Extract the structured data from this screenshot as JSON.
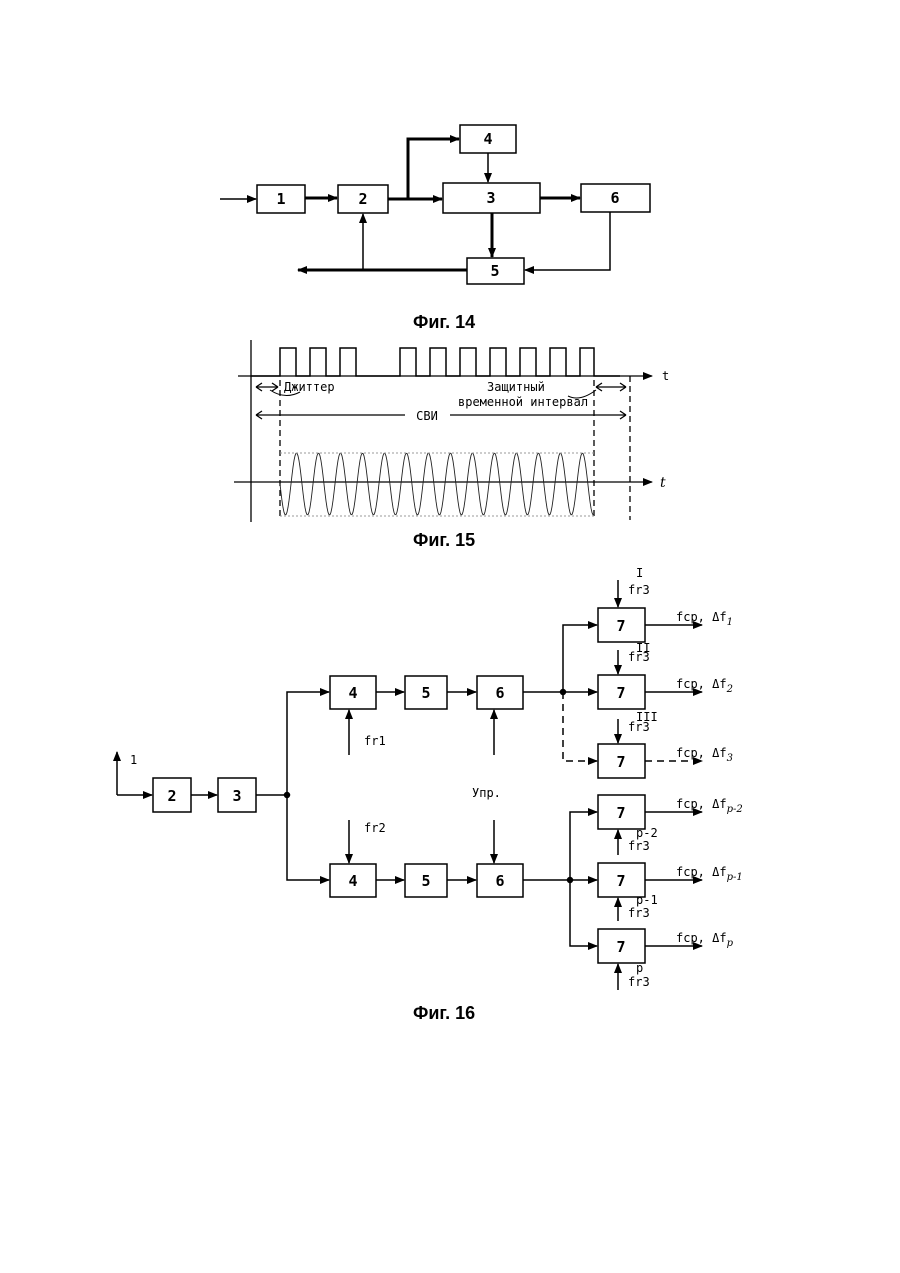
{
  "fig14": {
    "caption": "Фиг. 14",
    "blocks": [
      "1",
      "2",
      "3",
      "4",
      "5",
      "6"
    ]
  },
  "fig15": {
    "caption": "Фиг. 15",
    "axis_t1": "t",
    "axis_t2": "t",
    "jitter": "Джиттер",
    "guard_line1": "Защитный",
    "guard_line2": "временной интервал",
    "svi": "СВИ"
  },
  "fig16": {
    "caption": "Фиг. 16",
    "input": "1",
    "blocks": {
      "b2": "2",
      "b3": "3",
      "b4_top": "4",
      "b5_top": "5",
      "b6_top": "6",
      "b4_bot": "4",
      "b5_bot": "5",
      "b6_bot": "6",
      "b7_1": "7",
      "b7_2": "7",
      "b7_3": "7",
      "b7_4": "7",
      "b7_5": "7",
      "b7_6": "7"
    },
    "fr1": "fr1",
    "fr2": "fr2",
    "control": "Упр.",
    "fr3": "fr3",
    "fr3_marks": [
      "I",
      "II",
      "III",
      "p-2",
      "p-1",
      "p"
    ],
    "out_prefix": "fср, Δf",
    "out_subs": [
      "1",
      "2",
      "3",
      "p-2",
      "p-1",
      "p"
    ]
  }
}
